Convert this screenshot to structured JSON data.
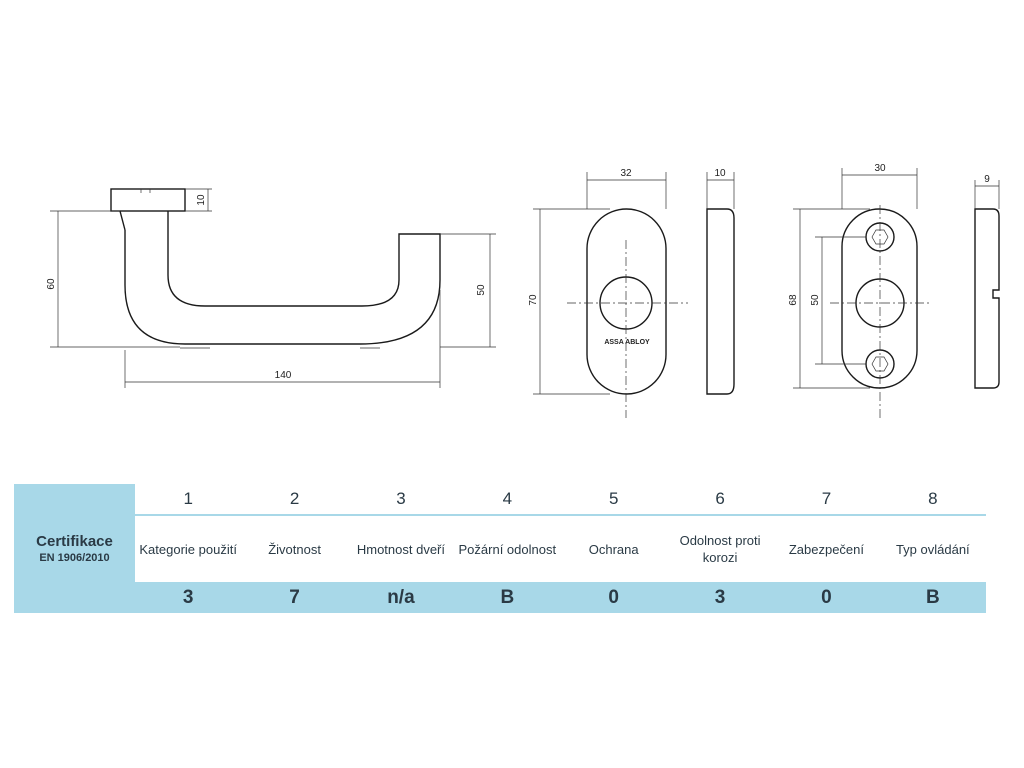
{
  "drawing": {
    "dims": {
      "handle_height": "60",
      "rose_thickness": "10",
      "handle_length": "140",
      "lever_offset": "50",
      "rose_width": "32",
      "rose_depth": "10",
      "rose_height": "70",
      "plate_width": "30",
      "plate_depth": "9",
      "plate_height": "68",
      "screw_spacing": "50"
    },
    "brand_mark": "ASSA ABLOY"
  },
  "certificate": {
    "title": "Certifikace",
    "standard": "EN 1906/2010",
    "numbers": [
      "1",
      "2",
      "3",
      "4",
      "5",
      "6",
      "7",
      "8"
    ],
    "labels": [
      "Kategorie použití",
      "Životnost",
      "Hmotnost dveří",
      "Požární odolnost",
      "Ochrana",
      "Odolnost proti korozi",
      "Zabezpečení",
      "Typ ovládání"
    ],
    "values": [
      "3",
      "7",
      "n/a",
      "B",
      "0",
      "3",
      "0",
      "B"
    ]
  },
  "colors": {
    "accent": "#a8d8e8",
    "text": "#2a3a45"
  }
}
